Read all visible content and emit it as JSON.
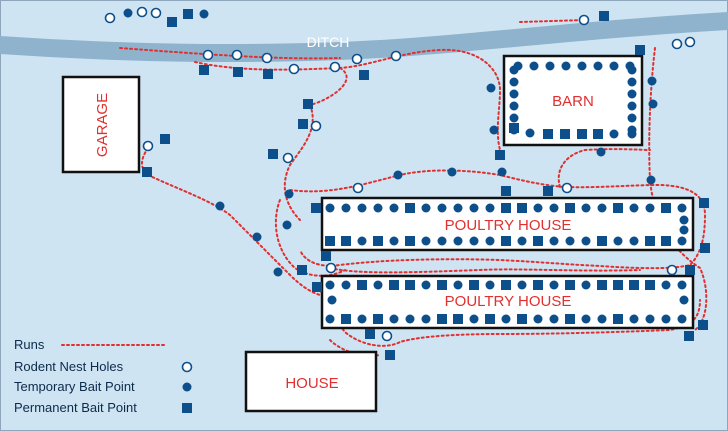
{
  "labels": {
    "ditch": "DITCH",
    "garage": "GARAGE",
    "barn": "BARN",
    "poultry_house_1": "POULTRY HOUSE",
    "poultry_house_2": "POULTRY HOUSE",
    "house": "HOUSE"
  },
  "legend": {
    "runs": "Runs",
    "nest_holes": "Rodent Nest Holes",
    "temporary_bait": "Temporary Bait Point",
    "permanent_bait": "Permanent Bait Point"
  },
  "colors": {
    "background": "#cfe4f2",
    "ditch": "#8fb3cc",
    "marker": "#0d4f8b",
    "run": "#e03030",
    "building_label": "#e03030",
    "building_fill": "#ffffff",
    "building_border": "#111111"
  }
}
